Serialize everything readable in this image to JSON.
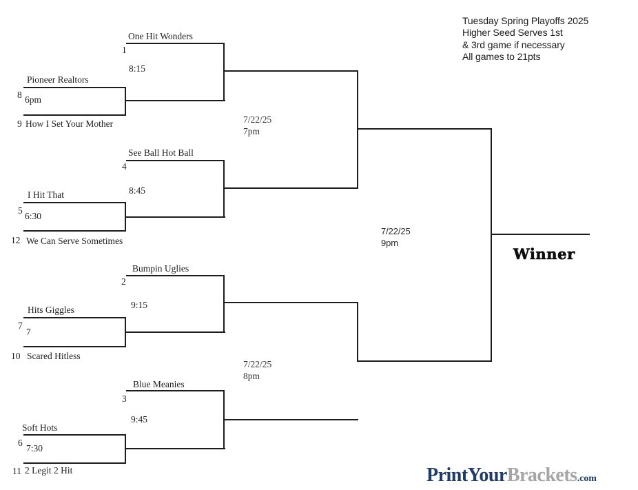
{
  "tournament": {
    "info_lines": [
      "Tuesday Spring Playoffs 2025",
      "Higher Seed Serves 1st",
      "& 3rd game if necessary",
      "All games to 21pts"
    ]
  },
  "bracket": {
    "quarterfinals": [
      {
        "bye_seed": "1",
        "bye_team": "One Hit Wonders",
        "time": "8:15"
      },
      {
        "bye_seed": "4",
        "bye_team": "See Ball Hot Ball",
        "time": "8:45"
      },
      {
        "bye_seed": "2",
        "bye_team": "Bumpin Uglies",
        "time": "9:15"
      },
      {
        "bye_seed": "3",
        "bye_team": "Blue Meanies",
        "time": "9:45"
      }
    ],
    "play_in_matches": [
      {
        "top_seed": "8",
        "top_team": "Pioneer Realtors",
        "time": "6pm",
        "bottom_seed": "9",
        "bottom_team": "How I Set Your Mother"
      },
      {
        "top_seed": "5",
        "top_team": "I Hit That",
        "time": "6:30",
        "bottom_seed": "12",
        "bottom_team": "We Can Serve Sometimes"
      },
      {
        "top_seed": "7",
        "top_team": "Hits Giggles",
        "time": "7",
        "bottom_seed": "10",
        "bottom_team": "Scared Hitless"
      },
      {
        "top_seed": "6",
        "top_team": "Soft Hots",
        "time": "7:30",
        "bottom_seed": "11",
        "bottom_team": "2 Legit 2 Hit"
      }
    ],
    "semifinals": [
      {
        "date": "7/22/25",
        "time": "7pm"
      },
      {
        "date": "7/22/25",
        "time": "8pm"
      }
    ],
    "final": {
      "date": "7/22/25",
      "time": "9pm"
    },
    "winner_label": "Winner"
  },
  "footer": {
    "logo": {
      "part1": "PrintYour",
      "part2": "Brackets",
      "part3": ".com",
      "navy_color": "#203c64",
      "gray_color": "#a5a5a5"
    }
  }
}
